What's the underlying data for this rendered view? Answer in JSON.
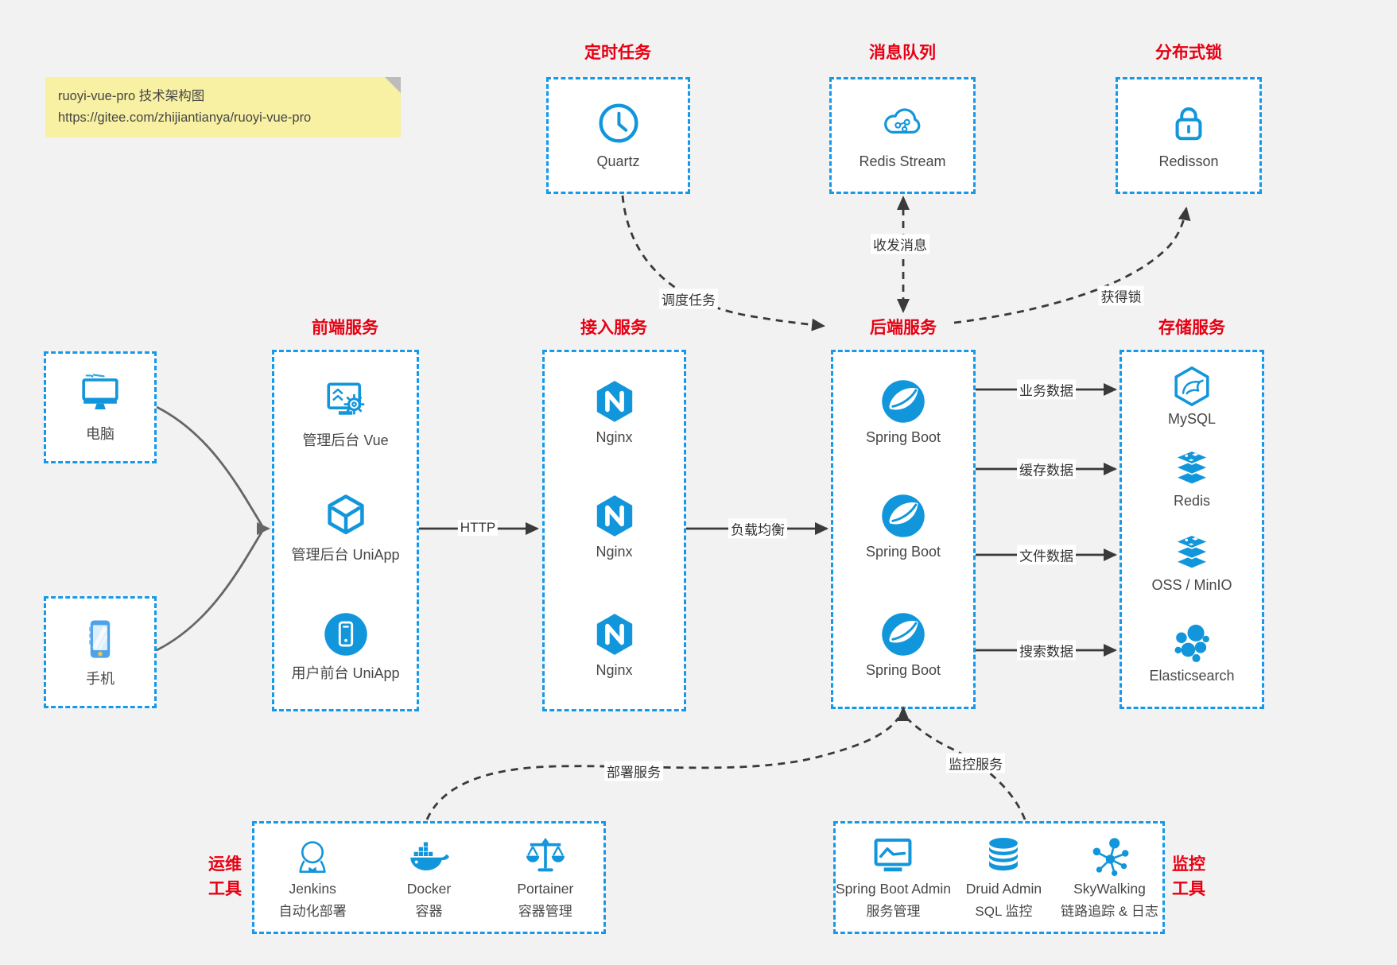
{
  "note": {
    "line1": "ruoyi-vue-pro 技术架构图",
    "line2": "https://gitee.com/zhijiantianya/ruoyi-vue-pro"
  },
  "colors": {
    "accent_blue": "#1296db",
    "border_blue": "#1499ec",
    "title_red": "#e60012",
    "line_dark": "#3a3a3a",
    "line_gray": "#666666",
    "note_bg": "#f8f0a3",
    "page_bg": "#f2f2f3"
  },
  "top_groups": [
    {
      "title": "定时任务",
      "icon": "clock-icon",
      "label": "Quartz"
    },
    {
      "title": "消息队列",
      "icon": "cloud-mq-icon",
      "label": "Redis Stream"
    },
    {
      "title": "分布式锁",
      "icon": "lock-icon",
      "label": "Redisson"
    }
  ],
  "clients": [
    {
      "icon": "desktop-icon",
      "label": "电脑"
    },
    {
      "icon": "smartphone-icon",
      "label": "手机"
    }
  ],
  "columns": [
    {
      "title": "前端服务",
      "items": [
        {
          "icon": "admin-vue-icon",
          "label": "管理后台 Vue"
        },
        {
          "icon": "uniapp-cube-icon",
          "label": "管理后台 UniApp"
        },
        {
          "icon": "user-app-icon",
          "label": "用户前台 UniApp"
        }
      ]
    },
    {
      "title": "接入服务",
      "items": [
        {
          "icon": "nginx-icon",
          "label": "Nginx"
        },
        {
          "icon": "nginx-icon",
          "label": "Nginx"
        },
        {
          "icon": "nginx-icon",
          "label": "Nginx"
        }
      ]
    },
    {
      "title": "后端服务",
      "items": [
        {
          "icon": "spring-boot-icon",
          "label": "Spring Boot"
        },
        {
          "icon": "spring-boot-icon",
          "label": "Spring Boot"
        },
        {
          "icon": "spring-boot-icon",
          "label": "Spring Boot"
        }
      ]
    },
    {
      "title": "存储服务",
      "items": [
        {
          "icon": "mysql-icon",
          "label": "MySQL"
        },
        {
          "icon": "redis-stack-icon",
          "label": "Redis"
        },
        {
          "icon": "storage-stack-icon",
          "label": "OSS / MinIO"
        },
        {
          "icon": "elasticsearch-icon",
          "label": "Elasticsearch"
        }
      ]
    }
  ],
  "ops_tools": {
    "title_lines": [
      "运维",
      "工具"
    ],
    "items": [
      {
        "icon": "jenkins-icon",
        "name": "Jenkins",
        "desc": "自动化部署"
      },
      {
        "icon": "docker-icon",
        "name": "Docker",
        "desc": "容器"
      },
      {
        "icon": "portainer-icon",
        "name": "Portainer",
        "desc": "容器管理"
      }
    ]
  },
  "monitor_tools": {
    "title_lines": [
      "监控",
      "工具"
    ],
    "items": [
      {
        "icon": "springboot-admin-icon",
        "name": "Spring Boot Admin",
        "desc": "服务管理"
      },
      {
        "icon": "druid-icon",
        "name": "Druid Admin",
        "desc": "SQL 监控"
      },
      {
        "icon": "skywalking-icon",
        "name": "SkyWalking",
        "desc": "链路追踪 & 日志"
      }
    ]
  },
  "edge_labels": {
    "http": "HTTP",
    "load_balance": "负载均衡",
    "schedule_job": "调度任务",
    "send_receive_message": "收发消息",
    "acquire_lock": "获得锁",
    "business_data": "业务数据",
    "cache_data": "缓存数据",
    "file_data": "文件数据",
    "search_data": "搜索数据",
    "deploy_service": "部署服务",
    "monitor_service": "监控服务"
  }
}
